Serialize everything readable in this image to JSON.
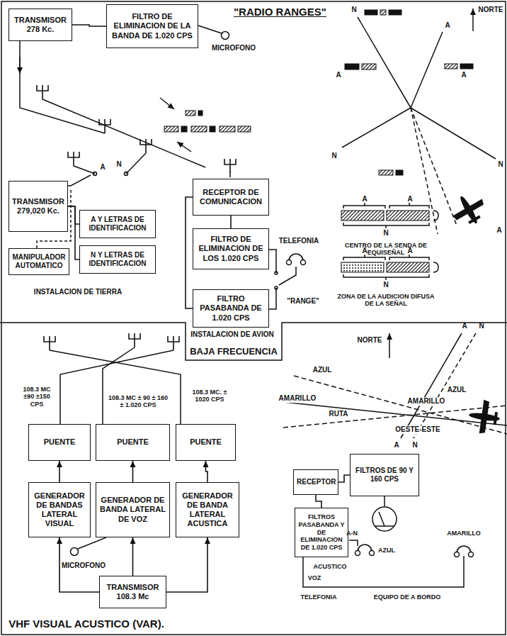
{
  "diagram": {
    "title": "\"RADIO RANGES\"",
    "nodes": [
      {
        "text": [
          "TRANSMISOR 278 Kc."
        ]
      },
      {
        "text": [
          "FILTRO DE ELIMINACION DE LA BANDA DE 1.020 CPS"
        ]
      },
      {
        "text": [
          "TRANSMISOR 279,020 Kc."
        ]
      },
      {
        "text": [
          "MANIPULADOR AUTOMATICO"
        ]
      },
      {
        "text": [
          "A Y LETRAS DE IDENTIFICACION"
        ]
      },
      {
        "text": [
          "N Y LETRAS DE IDENTIFICACION"
        ]
      },
      {
        "text": [
          "RECEPTOR DE COMUNICACION"
        ]
      },
      {
        "text": [
          "FILTRO DE ELIMINACION DE LOS 1.020 CPS"
        ]
      },
      {
        "text": [
          "FILTRO PASABANDA DE 1.020 CPS"
        ]
      },
      {
        "text": [
          "PUENTE"
        ]
      },
      {
        "text": [
          "PUENTE"
        ]
      },
      {
        "text": [
          "PUENTE"
        ]
      },
      {
        "text": [
          "GENERADOR DE BANDAS LATERAL VISUAL"
        ]
      },
      {
        "text": [
          "GENERADOR DE BANDA LATERAL DE VOZ"
        ]
      },
      {
        "text": [
          "GENERADOR DE BANDA LATERAL ACUSTICA"
        ]
      },
      {
        "text": [
          "TRANSMISOR 108.3 Mc"
        ]
      },
      {
        "text": [
          "RECEPTOR"
        ]
      },
      {
        "text": [
          "FILTROS DE 90 Y 160 CPS"
        ]
      },
      {
        "text": [
          "FILTROS PASABANDA Y DE ELIMINACION DE 1.020 CPS"
        ]
      }
    ],
    "edges": [
      {
        "from": 1,
        "to": 0,
        "arrow": "none"
      },
      {
        "from": 2,
        "to": 4,
        "arrow": "none"
      },
      {
        "from": 2,
        "to": 5,
        "arrow": "none"
      },
      {
        "from": 6,
        "to": 7,
        "arrow": "none"
      },
      {
        "from": 6,
        "to": 8,
        "arrow": "none"
      },
      {
        "from": 12,
        "to": 9,
        "arrow": "to"
      },
      {
        "from": 13,
        "to": 10,
        "arrow": "to"
      },
      {
        "from": 14,
        "to": 11,
        "arrow": "to"
      },
      {
        "from": 15,
        "to": 12,
        "arrow": "to"
      },
      {
        "from": 15,
        "to": 13,
        "arrow": "to"
      },
      {
        "from": 15,
        "to": 14,
        "arrow": "to"
      },
      {
        "from": 16,
        "to": 17,
        "arrow": "none"
      },
      {
        "from": 16,
        "to": 18,
        "arrow": "none"
      }
    ],
    "labels": [
      "MICROFONO",
      "A",
      "N",
      "INSTALACION DE TIERRA",
      "TELEFONIA",
      "\"RANGE\"",
      "INSTALACION DE AVION",
      "BAJA FRECUENCIA",
      "NORTE",
      "N",
      "A",
      "A",
      "A",
      "N",
      "N",
      "A",
      "A",
      "A",
      "N",
      "CENTRO DE LA SENDA DE EQUISEÑAL",
      "A",
      "A",
      "N",
      "ZONA DE LA AUDICION DIFUSA DE LA SEÑAL",
      "108.3 MC ±90 ±150 CPS",
      "108.3 MC ± 90 ± 160 ± 1.020 CPS",
      "108.3 MC. ± 1020 CPS",
      "MICROFONO",
      "NORTE",
      "A",
      "N",
      "A",
      "N",
      "AZUL",
      "AZUL",
      "AMARILLO",
      "AMARILLO",
      "RUTA",
      "OESTE-ESTE",
      "AZUL",
      "AMARILLO",
      "A-N",
      "ACUSTICO",
      "VOZ",
      "TELEFONIA",
      "EQUIPO DE A BORDO",
      "VHF VISUAL ACUSTICO (VAR)."
    ]
  }
}
